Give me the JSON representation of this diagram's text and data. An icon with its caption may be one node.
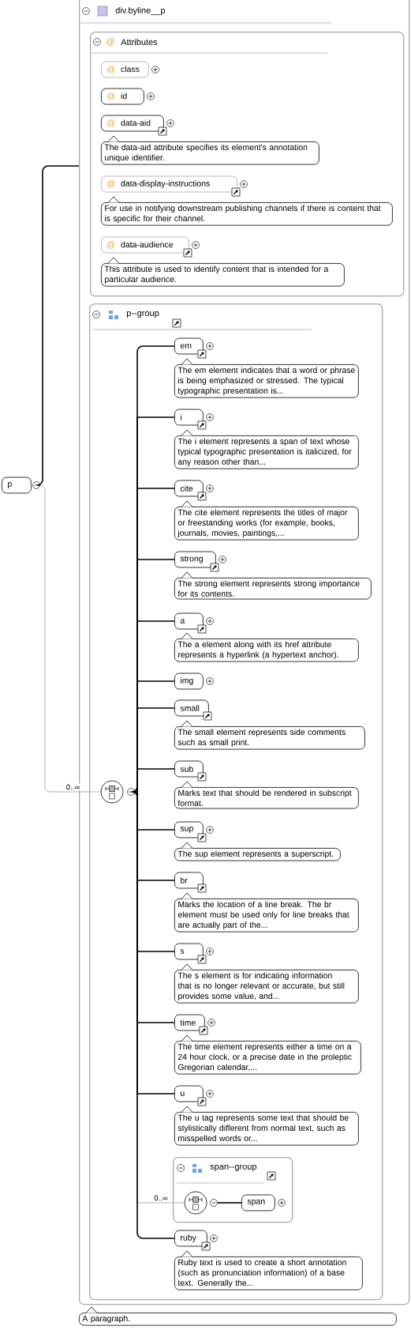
{
  "diagram": {
    "nodes": [
      {
        "text": [
          "p"
        ]
      },
      {
        "text": [
          "div.byline__p"
        ]
      },
      {
        "text": [
          "@",
          "Attributes"
        ],
        "in": 1
      },
      {
        "text": [
          "@",
          "class"
        ],
        "in": 2
      },
      {
        "text": [
          "@",
          "id"
        ],
        "in": 2
      },
      {
        "text": [
          "@",
          "data-aid"
        ],
        "in": 2
      },
      {
        "text": [
          "The data-aid attribute specifies its element's annotation unique identifier."
        ],
        "in": 2
      },
      {
        "text": [
          "@",
          "data-display-instructions"
        ],
        "in": 2
      },
      {
        "text": [
          "For use in notifying downstream publishing channels if there is content that is specific for their channel."
        ],
        "in": 2
      },
      {
        "text": [
          "@",
          "data-audience"
        ],
        "in": 2
      },
      {
        "text": [
          "This attribute is used to identify content that is intended for a particular audience."
        ],
        "in": 2
      },
      {
        "text": [
          "p--group"
        ],
        "in": 1
      },
      {
        "text": [],
        "shape": "circle",
        "in": 11
      },
      {
        "text": [
          "em"
        ],
        "in": 11
      },
      {
        "text": [
          "The em element indicates that a word or phrase is being emphasized or stressed. The typical typographic presentation is..."
        ],
        "in": 11
      },
      {
        "text": [
          "i"
        ],
        "in": 11
      },
      {
        "text": [
          "The i element represents a span of text whose typical typographic presentation is italicized, for any reason other than..."
        ],
        "in": 11
      },
      {
        "text": [
          "cite"
        ],
        "in": 11
      },
      {
        "text": [
          "The cite element represents the titles of major or freestanding works (for example, books, journals, movies, paintings,..."
        ],
        "in": 11
      },
      {
        "text": [
          "strong"
        ],
        "in": 11
      },
      {
        "text": [
          "The strong element represents strong importance for its contents."
        ],
        "in": 11
      },
      {
        "text": [
          "a"
        ],
        "in": 11
      },
      {
        "text": [
          "The a element along with its href attribute represents a hyperlink (a hypertext anchor)."
        ],
        "in": 11
      },
      {
        "text": [
          "img"
        ],
        "in": 11
      },
      {
        "text": [
          "small"
        ],
        "in": 11
      },
      {
        "text": [
          "The small element represents side comments such as small print."
        ],
        "in": 11
      },
      {
        "text": [
          "sub"
        ],
        "in": 11
      },
      {
        "text": [
          "Marks text that should be rendered in subscript format."
        ],
        "in": 11
      },
      {
        "text": [
          "sup"
        ],
        "in": 11
      },
      {
        "text": [
          "The sup element represents a superscript."
        ],
        "in": 11
      },
      {
        "text": [
          "br"
        ],
        "in": 11
      },
      {
        "text": [
          "Marks the location of a line break. The br element must be used only for line breaks that are actually part of the..."
        ],
        "in": 11
      },
      {
        "text": [
          "s"
        ],
        "in": 11
      },
      {
        "text": [
          "The s element is for indicating information that is no longer relevant or accurate, but still provides some value, and..."
        ],
        "in": 11
      },
      {
        "text": [
          "time"
        ],
        "in": 11
      },
      {
        "text": [
          "The time element represents either a time on a 24 hour clock, or a precise date in the proleptic Gregorian calendar,..."
        ],
        "in": 11
      },
      {
        "text": [
          "u"
        ],
        "in": 11
      },
      {
        "text": [
          "The u tag represents some text that should be stylistically different from normal text, such as misspelled words or..."
        ],
        "in": 11
      },
      {
        "text": [
          "span--group"
        ],
        "in": 11
      },
      {
        "text": [],
        "shape": "circle",
        "in": 38
      },
      {
        "text": [
          "span"
        ],
        "in": 38
      },
      {
        "text": [
          "ruby"
        ],
        "in": 11
      },
      {
        "text": [
          "Ruby text is used to create a short annotation (such as pronunciation information) of a base text. Generally the..."
        ],
        "in": 11
      },
      {
        "text": [
          "A paragraph."
        ]
      }
    ],
    "edges": [
      {
        "from": 0,
        "to": 1,
        "arrow": "none"
      },
      {
        "from": 0,
        "to": 12,
        "arrow": "none",
        "label": "0..∞",
        "color": "#aaaaaa"
      },
      {
        "from": 12,
        "to": 13,
        "arrow": "none"
      },
      {
        "from": 12,
        "to": 15,
        "arrow": "none"
      },
      {
        "from": 12,
        "to": 17,
        "arrow": "none"
      },
      {
        "from": 12,
        "to": 19,
        "arrow": "none"
      },
      {
        "from": 12,
        "to": 21,
        "arrow": "none"
      },
      {
        "from": 12,
        "to": 23,
        "arrow": "none"
      },
      {
        "from": 12,
        "to": 24,
        "arrow": "none"
      },
      {
        "from": 12,
        "to": 26,
        "arrow": "none"
      },
      {
        "from": 12,
        "to": 28,
        "arrow": "none"
      },
      {
        "from": 12,
        "to": 30,
        "arrow": "none"
      },
      {
        "from": 12,
        "to": 32,
        "arrow": "none"
      },
      {
        "from": 12,
        "to": 34,
        "arrow": "none"
      },
      {
        "from": 12,
        "to": 36,
        "arrow": "none"
      },
      {
        "from": 12,
        "to": 39,
        "arrow": "none",
        "label": "0..∞",
        "color": "#aaaaaa"
      },
      {
        "from": 39,
        "to": 40,
        "arrow": "none"
      },
      {
        "from": 12,
        "to": 41,
        "arrow": "none"
      }
    ]
  }
}
